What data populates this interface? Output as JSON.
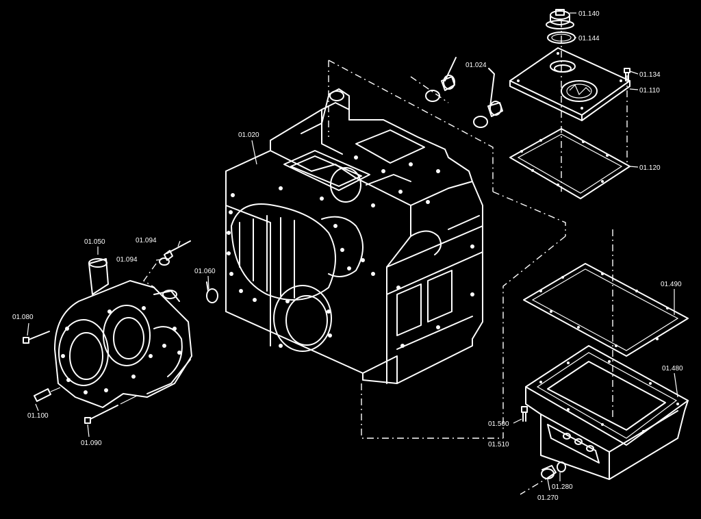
{
  "diagram": {
    "background": "#000000",
    "line_color": "#ffffff",
    "labels": {
      "l_01_140": "01.140",
      "l_01_144": "01.144",
      "l_01_024": "01.024",
      "l_01_134": "01.134",
      "l_01_110": "01.110",
      "l_01_020": "01.020",
      "l_01_120": "01.120",
      "l_01_050": "01.050",
      "l_01_094a": "01.094",
      "l_01_094b": "01.094",
      "l_01_060": "01.060",
      "l_01_490": "01.490",
      "l_01_080": "01.080",
      "l_01_480": "01.480",
      "l_01_100": "01.100",
      "l_01_090": "01.090",
      "l_01_500": "01.500",
      "l_01_510": "01.510",
      "l_01_280": "01.280",
      "l_01_270": "01.270"
    }
  }
}
